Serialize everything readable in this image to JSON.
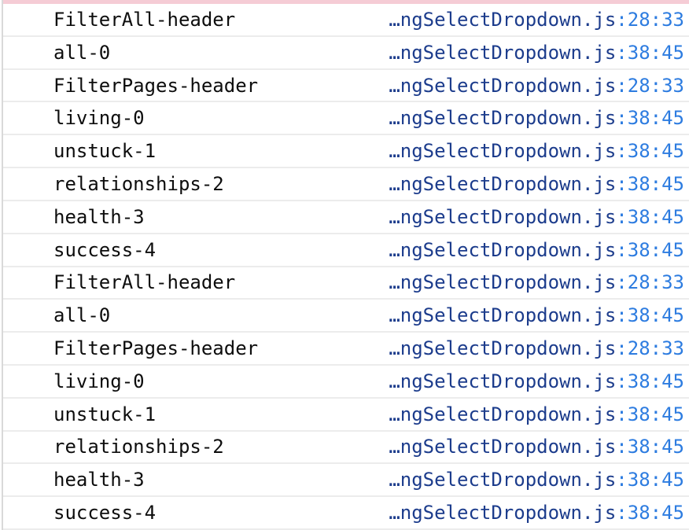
{
  "colors": {
    "accent_error_strip": "#f5ccd5",
    "link_file": "#1c3c8c",
    "link_position": "#2d7ce0",
    "message_text": "#0d0d0d",
    "row_divider": "#ececec",
    "gutter_border": "#d9d9d9"
  },
  "console": {
    "rows": [
      {
        "message": "FilterAll-header",
        "location": {
          "file": "…ngSelectDropdown.js",
          "position": ":28:33"
        }
      },
      {
        "message": "all-0",
        "location": {
          "file": "…ngSelectDropdown.js",
          "position": ":38:45"
        }
      },
      {
        "message": "FilterPages-header",
        "location": {
          "file": "…ngSelectDropdown.js",
          "position": ":28:33"
        }
      },
      {
        "message": "living-0",
        "location": {
          "file": "…ngSelectDropdown.js",
          "position": ":38:45"
        }
      },
      {
        "message": "unstuck-1",
        "location": {
          "file": "…ngSelectDropdown.js",
          "position": ":38:45"
        }
      },
      {
        "message": "relationships-2",
        "location": {
          "file": "…ngSelectDropdown.js",
          "position": ":38:45"
        }
      },
      {
        "message": "health-3",
        "location": {
          "file": "…ngSelectDropdown.js",
          "position": ":38:45"
        }
      },
      {
        "message": "success-4",
        "location": {
          "file": "…ngSelectDropdown.js",
          "position": ":38:45"
        }
      },
      {
        "message": "FilterAll-header",
        "location": {
          "file": "…ngSelectDropdown.js",
          "position": ":28:33"
        }
      },
      {
        "message": "all-0",
        "location": {
          "file": "…ngSelectDropdown.js",
          "position": ":38:45"
        }
      },
      {
        "message": "FilterPages-header",
        "location": {
          "file": "…ngSelectDropdown.js",
          "position": ":28:33"
        }
      },
      {
        "message": "living-0",
        "location": {
          "file": "…ngSelectDropdown.js",
          "position": ":38:45"
        }
      },
      {
        "message": "unstuck-1",
        "location": {
          "file": "…ngSelectDropdown.js",
          "position": ":38:45"
        }
      },
      {
        "message": "relationships-2",
        "location": {
          "file": "…ngSelectDropdown.js",
          "position": ":38:45"
        }
      },
      {
        "message": "health-3",
        "location": {
          "file": "…ngSelectDropdown.js",
          "position": ":38:45"
        }
      },
      {
        "message": "success-4",
        "location": {
          "file": "…ngSelectDropdown.js",
          "position": ":38:45"
        }
      }
    ]
  }
}
